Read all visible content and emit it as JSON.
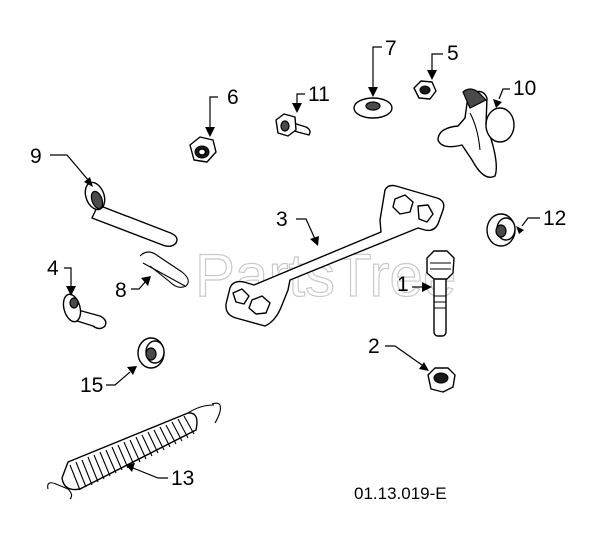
{
  "watermark": "PartsTree",
  "drawing_code": "01.13.019-E",
  "callouts": {
    "c1": "1",
    "c2": "2",
    "c3": "3",
    "c4": "4",
    "c5": "5",
    "c6": "6",
    "c7": "7",
    "c8": "8",
    "c9": "9",
    "c10": "10",
    "c11": "11",
    "c12": "12",
    "c13": "13",
    "c15": "15"
  }
}
